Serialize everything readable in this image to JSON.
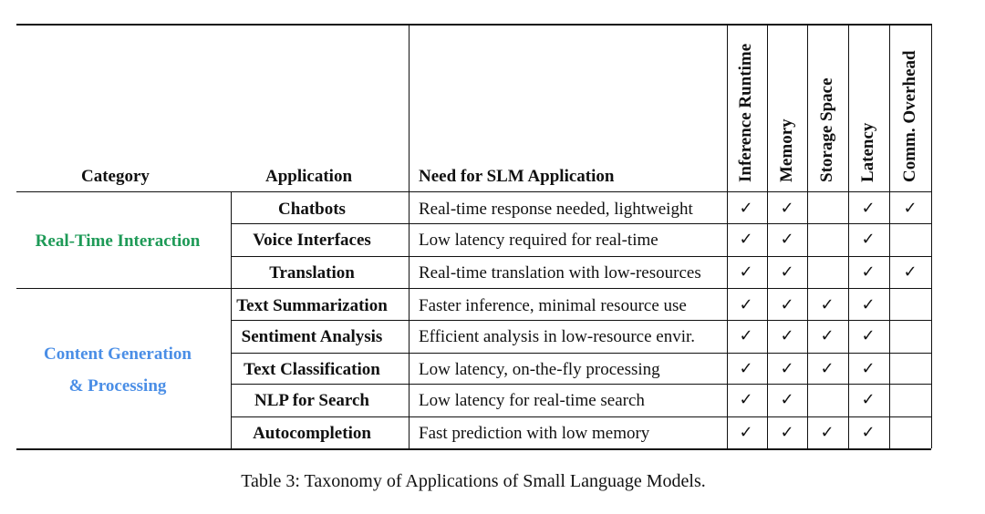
{
  "table": {
    "headers": {
      "category": "Category",
      "application": "Application",
      "need": "Need for SLM Application",
      "metrics": [
        "Inference Runtime",
        "Memory",
        "Storage Space",
        "Latency",
        "Comm. Overhead"
      ]
    },
    "groups": [
      {
        "lines": [
          "Real-Time Interaction"
        ],
        "color": "#1e9a57",
        "rows": [
          {
            "app": "Chatbots",
            "need": "Real-time response needed, lightweight",
            "checks": [
              true,
              true,
              false,
              true,
              true
            ]
          },
          {
            "app": "Voice Interfaces",
            "need": "Low latency required for real-time",
            "checks": [
              true,
              true,
              false,
              true,
              false
            ]
          },
          {
            "app": "Translation",
            "need": "Real-time translation with low-resources",
            "checks": [
              true,
              true,
              false,
              true,
              true
            ]
          }
        ]
      },
      {
        "lines": [
          "Content Generation",
          "& Processing"
        ],
        "color": "#4a8ee6",
        "rows": [
          {
            "app": "Text Summarization",
            "need": "Faster inference, minimal resource use",
            "checks": [
              true,
              true,
              true,
              true,
              false
            ]
          },
          {
            "app": "Sentiment Analysis",
            "need": "Efficient analysis in low-resource envir.",
            "checks": [
              true,
              true,
              true,
              true,
              false
            ]
          },
          {
            "app": "Text Classification",
            "need": "Low latency, on-the-fly processing",
            "checks": [
              true,
              true,
              true,
              true,
              false
            ]
          },
          {
            "app": "NLP for Search",
            "need": "Low latency for real-time search",
            "checks": [
              true,
              true,
              false,
              true,
              false
            ]
          },
          {
            "app": "Autocompletion",
            "need": "Fast prediction with low memory",
            "checks": [
              true,
              true,
              true,
              true,
              false
            ]
          }
        ]
      }
    ],
    "check_mark": "✓"
  },
  "caption": "Table 3: Taxonomy of Applications of Small Language Models."
}
